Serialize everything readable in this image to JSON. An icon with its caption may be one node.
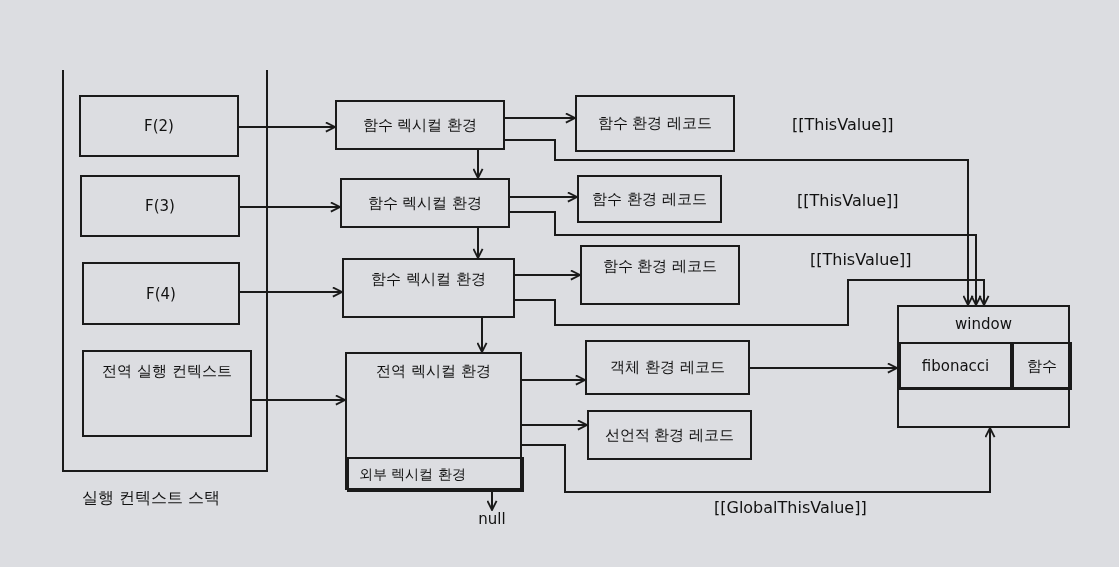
{
  "diagram": {
    "nodes": [
      {
        "text": [
          "실행 컨텍스트 스택"
        ]
      },
      {
        "text": [
          "F(2)"
        ],
        "in": 0
      },
      {
        "text": [
          "F(3)"
        ],
        "in": 0
      },
      {
        "text": [
          "F(4)"
        ],
        "in": 0
      },
      {
        "text": [
          "전역 실행 컨텍스트"
        ],
        "in": 0
      },
      {
        "text": [
          "함수 렉시컬 환경"
        ]
      },
      {
        "text": [
          "함수 렉시컬 환경"
        ]
      },
      {
        "text": [
          "함수 렉시컬 환경"
        ]
      },
      {
        "text": [
          "전역 렉시컬 환경"
        ]
      },
      {
        "text": [
          "외부 렉시컬 환경"
        ],
        "in": 8
      },
      {
        "text": [
          "함수 환경 레코드"
        ]
      },
      {
        "text": [
          "함수 환경 레코드"
        ]
      },
      {
        "text": [
          "함수 환경 레코드"
        ]
      },
      {
        "text": [
          "객체 환경 레코드"
        ]
      },
      {
        "text": [
          "선언적 환경 레코드"
        ]
      },
      {
        "text": [
          "window"
        ]
      },
      {
        "text": [
          "fibonacci"
        ],
        "in": 15
      },
      {
        "text": [
          "함수"
        ],
        "in": 15
      },
      {
        "text": [
          "null"
        ]
      }
    ],
    "edges": [
      {
        "from": 1,
        "to": 5,
        "arrow": "to"
      },
      {
        "from": 2,
        "to": 6,
        "arrow": "to"
      },
      {
        "from": 3,
        "to": 7,
        "arrow": "to"
      },
      {
        "from": 4,
        "to": 8,
        "arrow": "to"
      },
      {
        "from": 5,
        "to": 6,
        "arrow": "to"
      },
      {
        "from": 6,
        "to": 7,
        "arrow": "to"
      },
      {
        "from": 7,
        "to": 8,
        "arrow": "to"
      },
      {
        "from": 5,
        "to": 10,
        "arrow": "to"
      },
      {
        "from": 6,
        "to": 11,
        "arrow": "to"
      },
      {
        "from": 7,
        "to": 12,
        "arrow": "to"
      },
      {
        "from": 8,
        "to": 13,
        "arrow": "to"
      },
      {
        "from": 8,
        "to": 14,
        "arrow": "to"
      },
      {
        "from": 9,
        "to": 18,
        "arrow": "to"
      },
      {
        "from": 13,
        "to": 15,
        "arrow": "to"
      },
      {
        "from": 5,
        "to": 15,
        "arrow": "to",
        "label": "[[ThisValue]]"
      },
      {
        "from": 6,
        "to": 15,
        "arrow": "to",
        "label": "[[ThisValue]]"
      },
      {
        "from": 7,
        "to": 15,
        "arrow": "to",
        "label": "[[ThisValue]]"
      },
      {
        "from": 8,
        "to": 15,
        "arrow": "to",
        "label": "[[GlobalThisValue]]"
      }
    ]
  }
}
